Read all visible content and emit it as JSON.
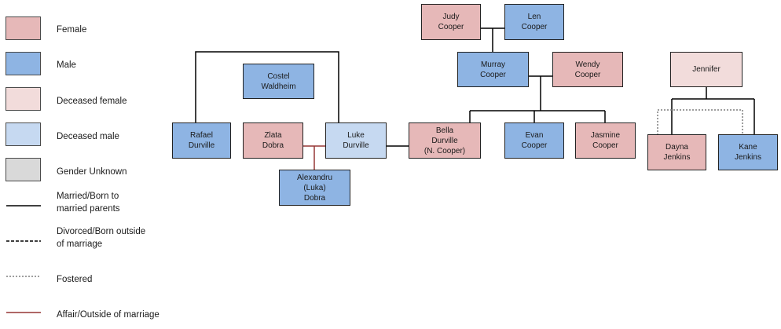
{
  "legend": {
    "female": "Female",
    "male": "Male",
    "deceased_female": "Deceased female",
    "deceased_male": "Deceased male",
    "gender_unknown": "Gender Unknown",
    "married": "Married/Born to\nmarried parents",
    "divorced": "Divorced/Born outside\nof marriage",
    "fostered": "Fostered",
    "affair": "Affair/Outside of marriage"
  },
  "colors": {
    "female": "#e6b8b8",
    "male": "#8eb4e3",
    "deceased_female": "#f2dcdb",
    "deceased_male": "#c6d9f1",
    "gender_unknown": "#d9d9d9",
    "line": "#000000",
    "affair_line": "#953735",
    "fostered_line": "#7f7f7f"
  },
  "people": {
    "judy": "Judy\nCooper",
    "len": "Len\nCooper",
    "murray": "Murray\nCooper",
    "wendy": "Wendy\nCooper",
    "jennifer": "Jennifer",
    "costel": "Costel\nWaldheim",
    "rafael": "Rafael\nDurville",
    "zlata": "Zlata\nDobra",
    "luke": "Luke\nDurville",
    "bella": "Bella\nDurville\n(N. Cooper)",
    "evan": "Evan\nCooper",
    "jasmine": "Jasmine\nCooper",
    "dayna": "Dayna\nJenkins",
    "kane": "Kane\nJenkins",
    "alexandru": "Alexandru\n(Luka)\nDobra"
  }
}
